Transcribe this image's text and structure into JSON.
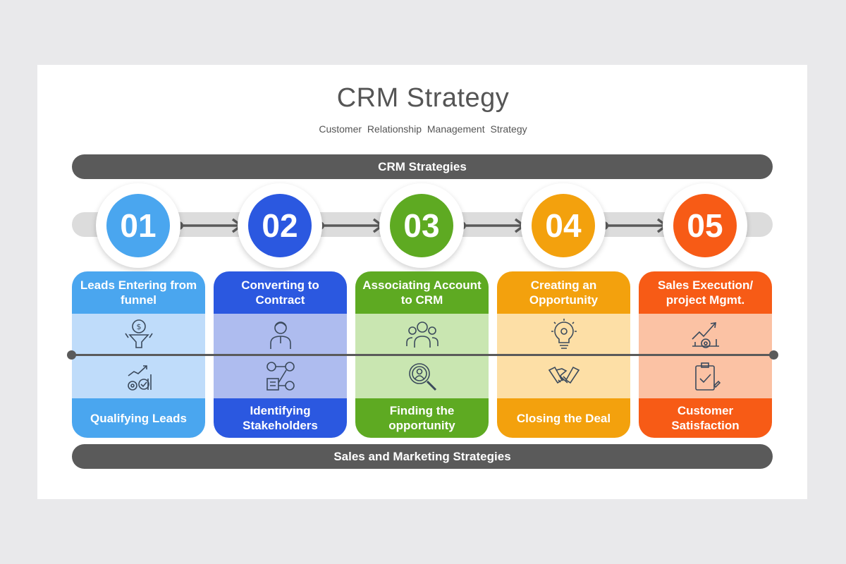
{
  "title": "CRM Strategy",
  "subtitle": "Customer Relationship Management Strategy",
  "top_bar": "CRM Strategies",
  "bottom_bar": "Sales and Marketing Strategies",
  "steps": [
    {
      "number": "01",
      "header": "Leads Entering from funnel",
      "footer": "Qualifying Leads",
      "color": "#4aa6ef",
      "light": "#bfdcfa",
      "icons": [
        "money-funnel-icon",
        "growth-gears-icon"
      ]
    },
    {
      "number": "02",
      "header": "Converting to Contract",
      "footer": "Identifying Stakeholders",
      "color": "#2b58e0",
      "light": "#aebcef",
      "icons": [
        "person-icon",
        "stakeholder-network-icon"
      ]
    },
    {
      "number": "03",
      "header": "Associating Account to CRM",
      "footer": "Finding the opportunity",
      "color": "#5eaa22",
      "light": "#c9e6b1",
      "icons": [
        "team-icon",
        "search-person-icon"
      ]
    },
    {
      "number": "04",
      "header": "Creating an Opportunity",
      "footer": "Closing the Deal",
      "color": "#f3a10d",
      "light": "#fddfa6",
      "icons": [
        "lightbulb-icon",
        "handshake-icon"
      ]
    },
    {
      "number": "05",
      "header": "Sales Execution/ project Mgmt.",
      "footer": "Customer Satisfaction",
      "color": "#f75b16",
      "light": "#fbc2a4",
      "icons": [
        "growth-chart-icon",
        "checklist-icon"
      ]
    }
  ]
}
